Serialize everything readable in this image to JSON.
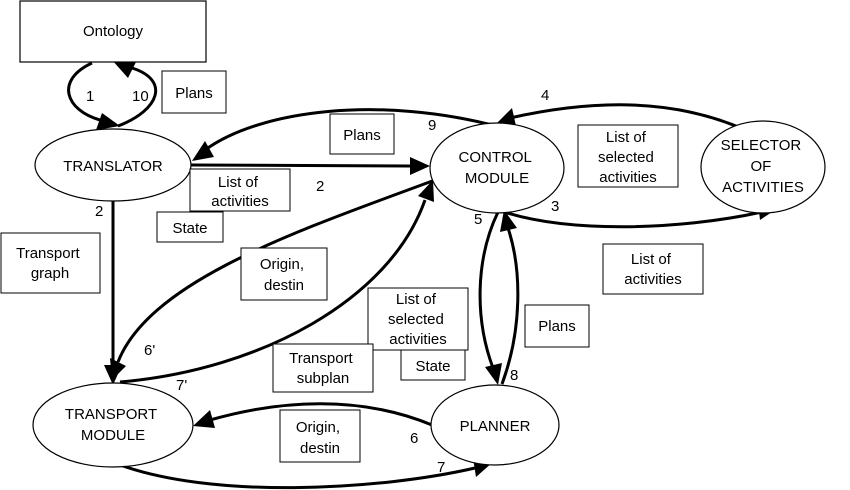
{
  "nodes": {
    "ontology": {
      "lines": [
        "Ontology"
      ]
    },
    "translator": {
      "lines": [
        "TRANSLATOR"
      ]
    },
    "control_module": {
      "lines": [
        "CONTROL",
        "MODULE"
      ]
    },
    "selector": {
      "lines": [
        "SELECTOR",
        "OF",
        "ACTIVITIES"
      ]
    },
    "transport_module": {
      "lines": [
        "TRANSPORT",
        "MODULE"
      ]
    },
    "planner": {
      "lines": [
        "PLANNER"
      ]
    }
  },
  "labels": {
    "plans_ontology": {
      "lines": [
        "Plans"
      ]
    },
    "plans_translator": {
      "lines": [
        "Plans"
      ]
    },
    "list_activities_translator": {
      "lines": [
        "List of",
        "activities"
      ]
    },
    "state_translator": {
      "lines": [
        "State"
      ]
    },
    "transport_graph": {
      "lines": [
        "Transport",
        "graph"
      ]
    },
    "list_selected_selector": {
      "lines": [
        "List of",
        "selected",
        "activities"
      ]
    },
    "list_activities_selector": {
      "lines": [
        "List of",
        "activities"
      ]
    },
    "origin_destin_upper": {
      "lines": [
        "Origin,",
        "destin"
      ]
    },
    "list_selected_planner": {
      "lines": [
        "List of",
        "selected",
        "activities"
      ]
    },
    "state_planner": {
      "lines": [
        "State"
      ]
    },
    "plans_planner": {
      "lines": [
        "Plans"
      ]
    },
    "transport_subplan": {
      "lines": [
        "Transport",
        "subplan"
      ]
    },
    "origin_destin_lower": {
      "lines": [
        "Origin,",
        "destin"
      ]
    }
  },
  "step_numbers": {
    "ontology_down": "1",
    "ontology_up": "10",
    "selector_to_control": "4",
    "control_to_translator": "9",
    "translator_to_control": "2",
    "translator_to_transport": "2",
    "control_to_selector": "3",
    "control_to_planner": "5",
    "planner_to_control": "8",
    "control_to_transport": "6'",
    "transport_to_control": "7'",
    "planner_to_transport": "6",
    "transport_to_planner": "7"
  }
}
